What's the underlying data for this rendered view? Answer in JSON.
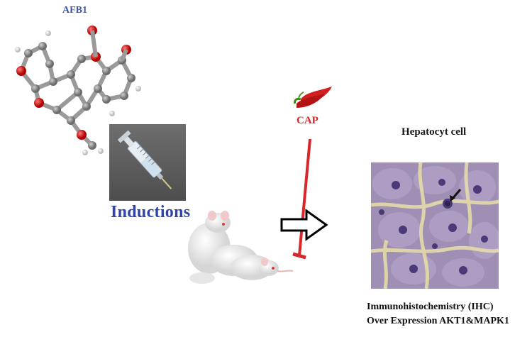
{
  "labels": {
    "afb1": "AFB1",
    "cap": "CAP",
    "hepatocyte": "Hepatocyt cell",
    "inductions": "Inductions",
    "ihc_line1": "Immunohistochemistry (IHC)",
    "ihc_line2": "Over Expression AKT1&MAPK1"
  },
  "colors": {
    "cap_line": "#d8262b",
    "afb1_text": "#3b55a8",
    "inductions_text": "#2f43a8"
  },
  "icons": [
    "molecule-model-icon",
    "syringe-icon",
    "chili-pepper-icon",
    "rat-group-icon",
    "right-arrow-icon",
    "histology-image-icon"
  ]
}
